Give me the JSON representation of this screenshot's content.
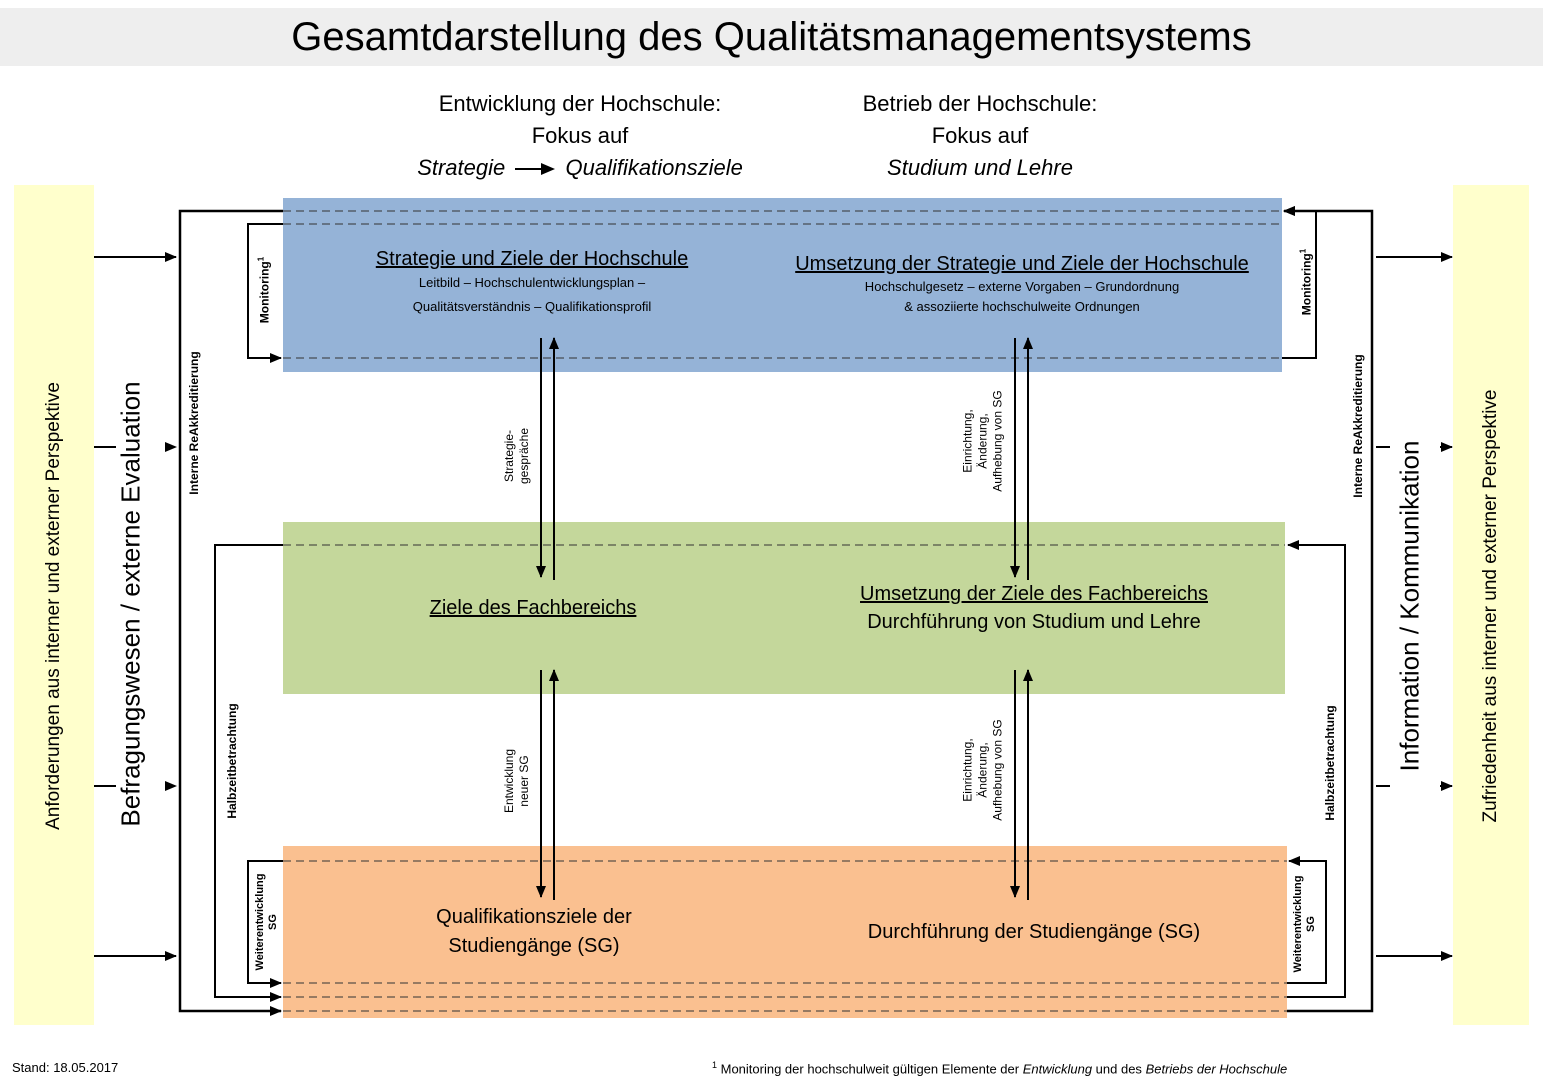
{
  "title": "Gesamtdarstellung des Qualitätsmanagementsystems",
  "headings": {
    "left": {
      "line1": "Entwicklung der Hochschule:",
      "line2": "Fokus auf",
      "line3_a": "Strategie",
      "line3_b": "Qualifikationsziele"
    },
    "right": {
      "line1": "Betrieb der Hochschule:",
      "line2": "Fokus auf",
      "line3": "Studium und Lehre"
    }
  },
  "side_labels": {
    "far_left": "Anforderungen aus interner und externer Perspektive",
    "left_inner": "Befragungswesen / externe Evaluation",
    "right_inner": "Information / Kommunikation",
    "far_right": "Zufriedenheit aus interner und externer Perspektive"
  },
  "loop_labels": {
    "interne_reakk_left": "Interne ReAkkreditierung",
    "interne_reakk_right": "Interne ReAkkreditierung",
    "halbzeit_left": "Halbzeitbetrachtung",
    "halbzeit_right": "Halbzeitbetrachtung",
    "monitoring": "Monitoring",
    "monitoring_sup": "1",
    "weiterentwicklung": "Weiterentwicklung",
    "sg": "SG"
  },
  "boxes": {
    "top_left": {
      "title": "Strategie und Ziele der Hochschule",
      "line1": "Leitbild – Hochschulentwicklungsplan –",
      "line2": "Qualitätsverständnis – Qualifikationsprofil"
    },
    "top_right": {
      "title": "Umsetzung der Strategie und Ziele der Hochschule",
      "line1": "Hochschulgesetz – externe Vorgaben – Grundordnung",
      "line2": "& assoziierte hochschulweite Ordnungen"
    },
    "mid_left": {
      "title": "Ziele des Fachbereichs"
    },
    "mid_right": {
      "title": "Umsetzung der Ziele des Fachbereichs",
      "line1": "Durchführung von Studium und Lehre"
    },
    "bot_left": {
      "line1": "Qualifikationsziele der",
      "line2": "Studiengänge (SG)"
    },
    "bot_right": {
      "line1": "Durchführung der Studiengänge (SG)"
    }
  },
  "arrow_labels": {
    "strategie_1": "Strategie-",
    "strategie_2": "gespräche",
    "einrichtung_1": "Einrichtung,",
    "einrichtung_2": "Änderung,",
    "einrichtung_3": "Aufhebung von SG",
    "entwicklung_1": "Entwicklung",
    "entwicklung_2": "neuer SG"
  },
  "footer": {
    "stand": "Stand: 18.05.2017",
    "note_sup": "1",
    "note_a": " Monitoring der hochschulweit gültigen Elemente der ",
    "note_b": "Entwicklung",
    "note_c": " und des ",
    "note_d": "Betriebs der Hochschule"
  },
  "colors": {
    "band_top": "#95b3d7",
    "band_mid": "#c4d79b",
    "band_bot": "#fac090",
    "side_panels": "#ffffcc",
    "title_bar": "#eeeeee"
  }
}
